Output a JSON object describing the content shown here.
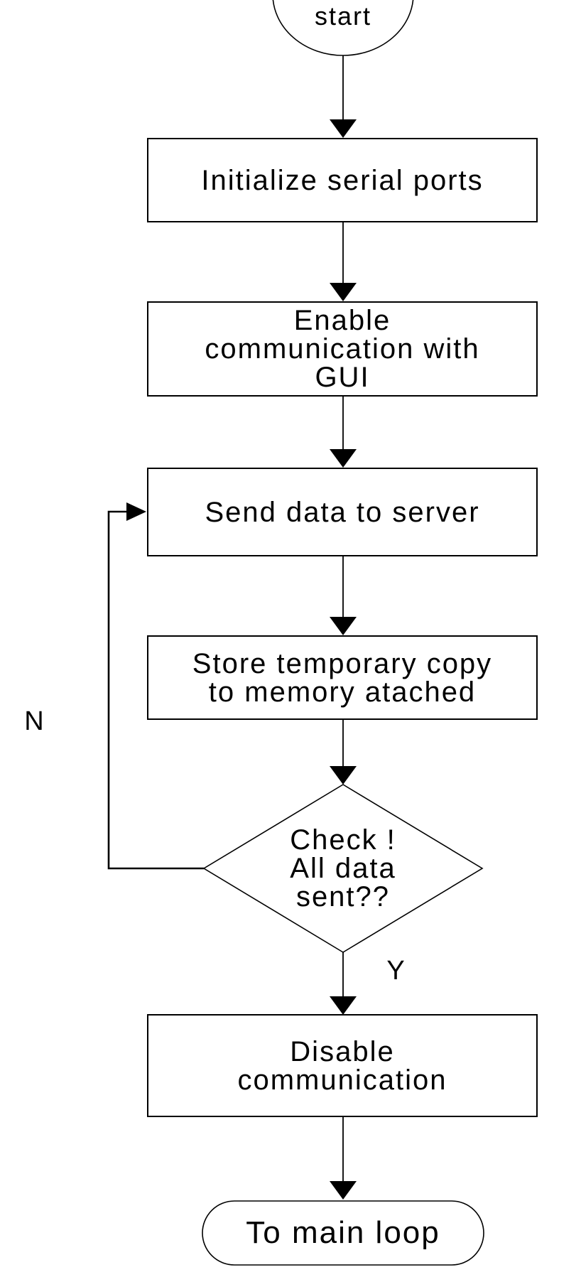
{
  "diagram": {
    "type": "flowchart",
    "background": "#ffffff",
    "stroke_color": "#000000",
    "text_color": "#000000"
  },
  "nodes": {
    "start": {
      "shape": "terminator",
      "label": "start"
    },
    "initialize": {
      "shape": "process",
      "label": "Initialize serial ports"
    },
    "enable": {
      "shape": "process",
      "lines": [
        "Enable",
        "communication with",
        "GUI"
      ]
    },
    "send": {
      "shape": "process",
      "label": "Send data to server"
    },
    "store": {
      "shape": "process",
      "lines": [
        "Store temporary copy",
        "to memory atached"
      ]
    },
    "check": {
      "shape": "decision",
      "lines": [
        "Check !",
        "All data",
        "sent??"
      ]
    },
    "disable": {
      "shape": "process",
      "lines": [
        "Disable",
        "communication"
      ]
    },
    "end": {
      "shape": "terminator",
      "label": "To main loop"
    }
  },
  "edges": [
    {
      "from": "start",
      "to": "initialize"
    },
    {
      "from": "initialize",
      "to": "enable"
    },
    {
      "from": "enable",
      "to": "send"
    },
    {
      "from": "send",
      "to": "store"
    },
    {
      "from": "store",
      "to": "check"
    },
    {
      "from": "check",
      "to": "send",
      "label": "N"
    },
    {
      "from": "check",
      "to": "disable",
      "label": "Y"
    },
    {
      "from": "disable",
      "to": "end"
    }
  ]
}
